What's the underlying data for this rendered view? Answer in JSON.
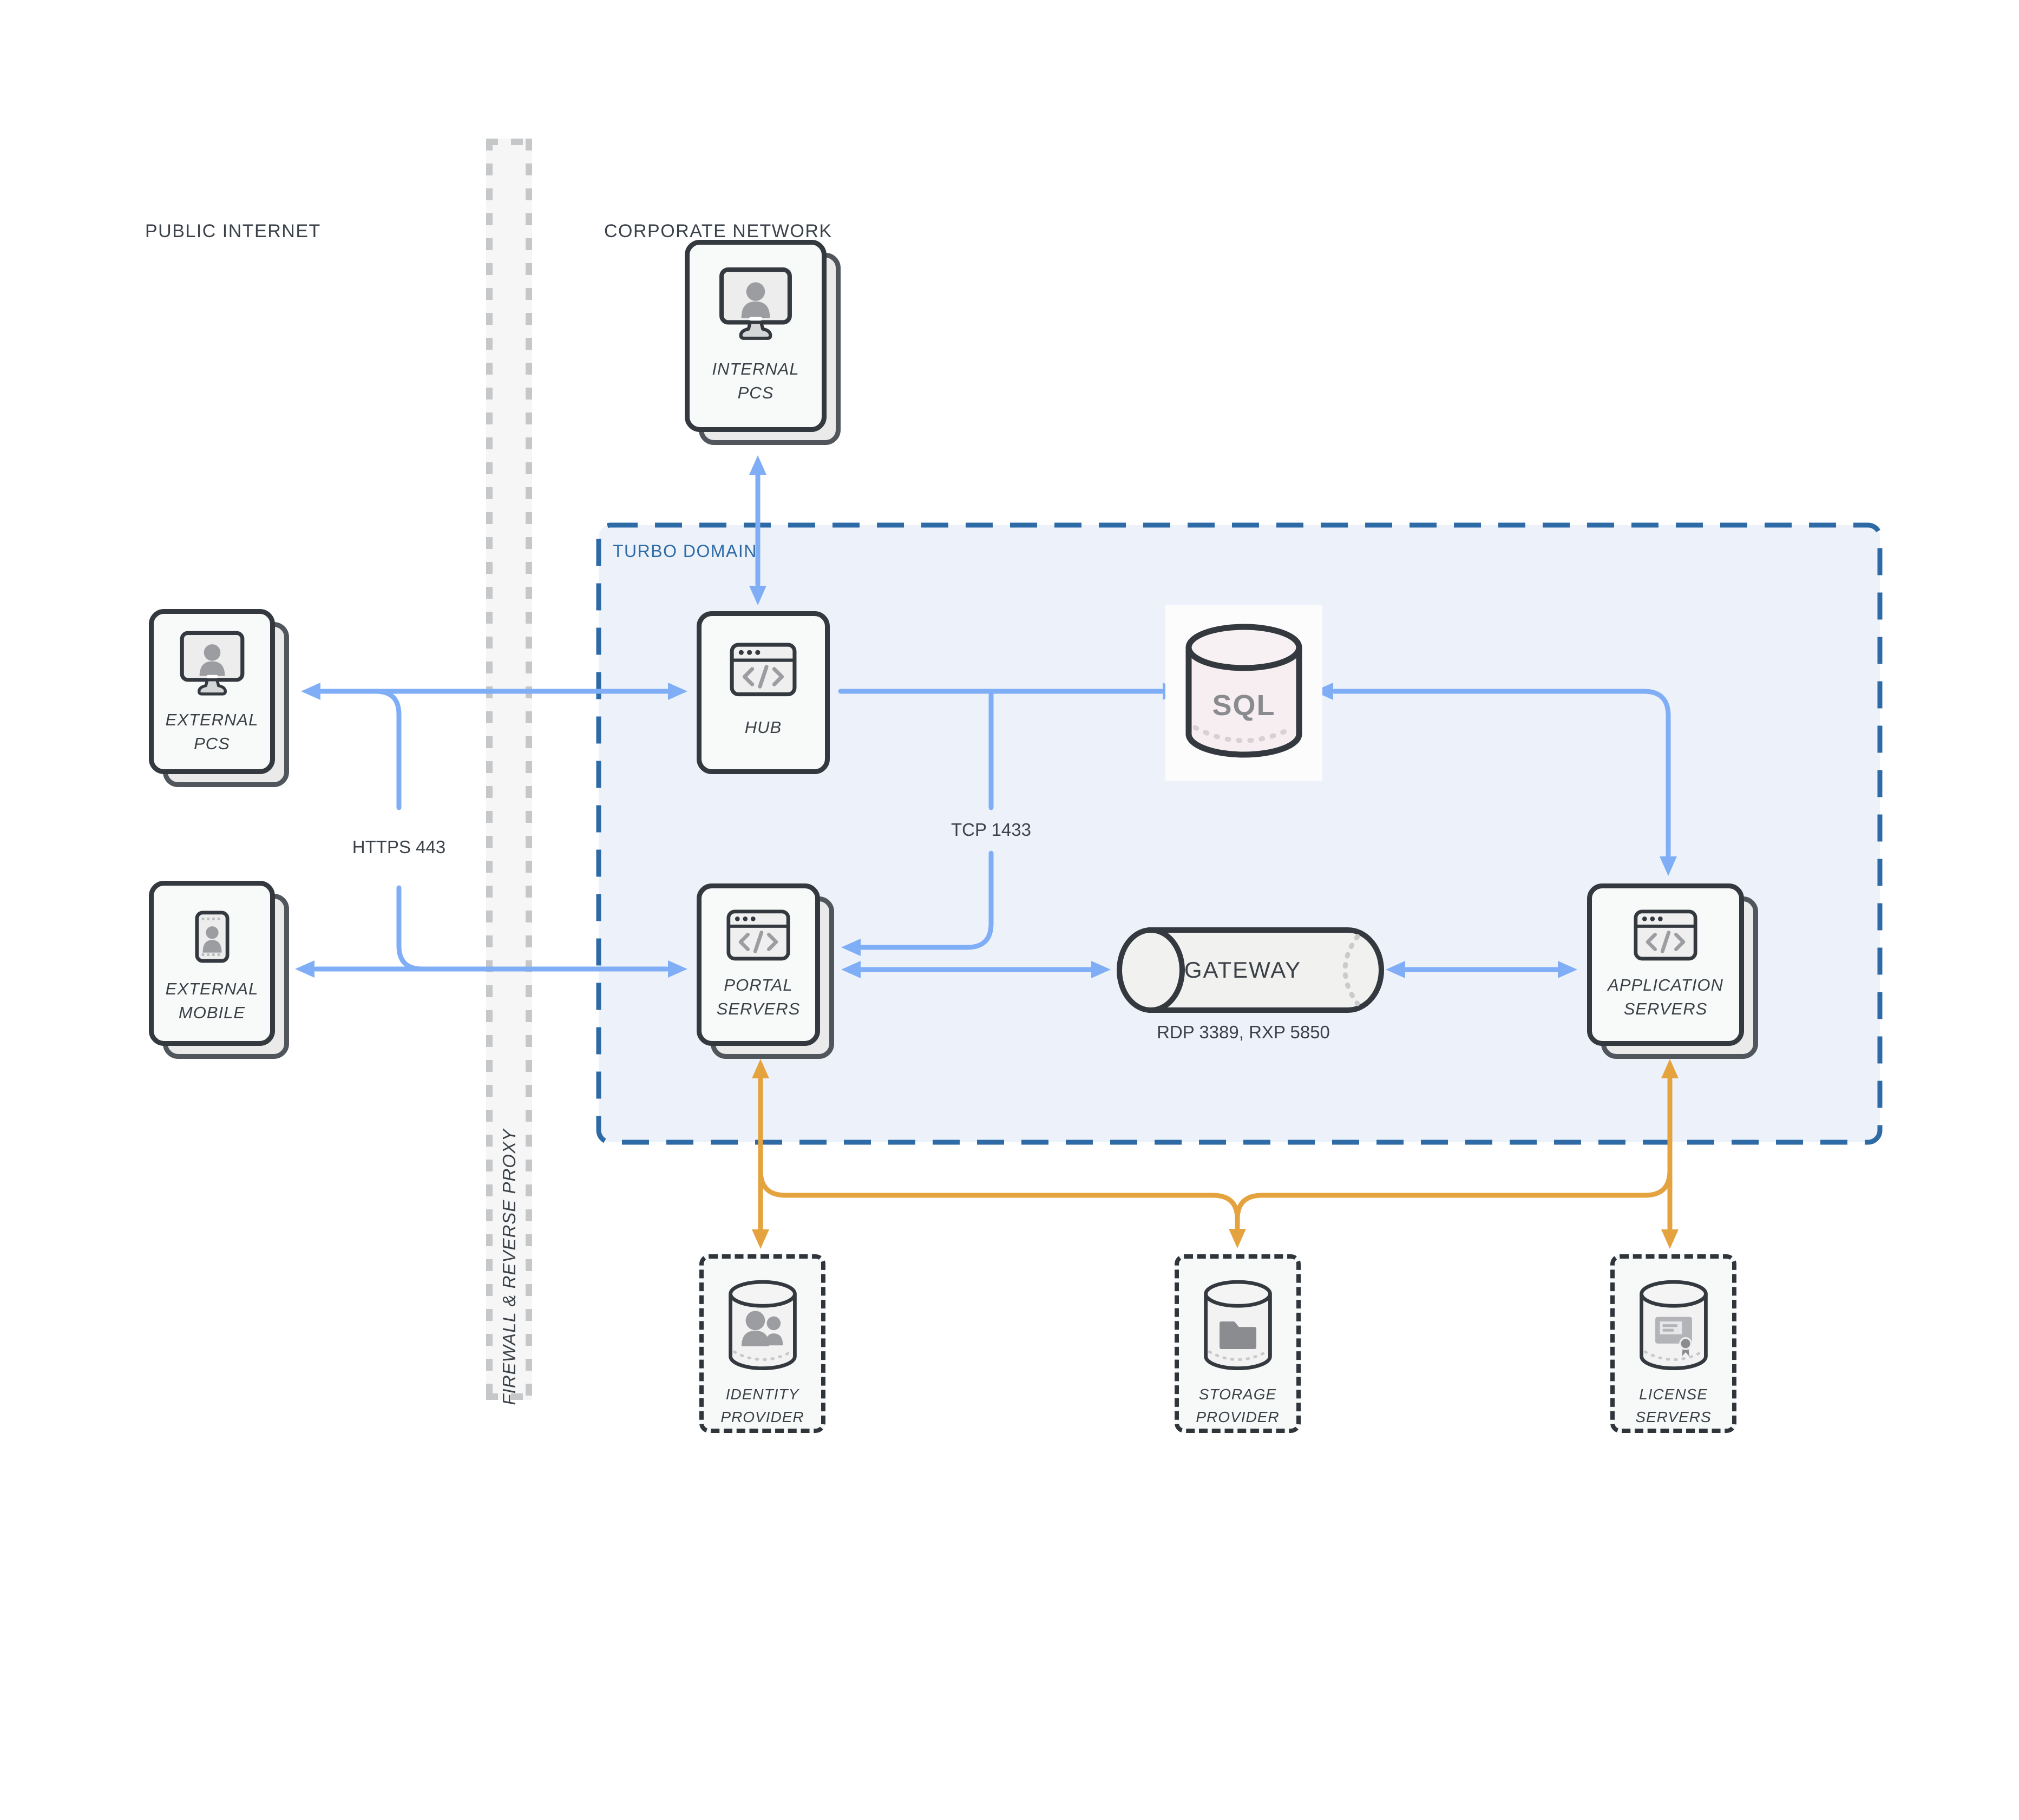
{
  "diagram": {
    "zones": {
      "public_internet_label": "PUBLIC INTERNET",
      "corporate_network_label": "CORPORATE NETWORK",
      "firewall_label": "FIREWALL & REVERSE PROXY",
      "turbo_domain_label": "TURBO DOMAIN"
    },
    "nodes": {
      "internal_pcs": {
        "line1": "INTERNAL",
        "line2": "PCS"
      },
      "external_pcs": {
        "line1": "EXTERNAL",
        "line2": "PCS"
      },
      "external_mobile": {
        "line1": "EXTERNAL",
        "line2": "MOBILE"
      },
      "hub": {
        "line1": "HUB"
      },
      "portal_servers": {
        "line1": "PORTAL",
        "line2": "SERVERS"
      },
      "application_servers": {
        "line1": "APPLICATION",
        "line2": "SERVERS"
      },
      "sql": {
        "label": "SQL"
      },
      "gateway": {
        "label": "GATEWAY",
        "ports_label": "RDP 3389, RXP 5850"
      },
      "identity_provider": {
        "line1": "IDENTITY",
        "line2": "PROVIDER"
      },
      "storage_provider": {
        "line1": "STORAGE",
        "line2": "PROVIDER"
      },
      "license_servers": {
        "line1": "LICENSE",
        "line2": "SERVERS"
      }
    },
    "connections": {
      "https_label": "HTTPS 443",
      "tcp_label": "TCP 1433"
    },
    "colors": {
      "blue_arrow": "#7FAEF7",
      "orange_arrow": "#E4A33E",
      "turbo_border": "#2E6BA6",
      "turbo_fill": "#EDF2FA",
      "node_border": "#33393F",
      "text": "#3B4249"
    }
  }
}
